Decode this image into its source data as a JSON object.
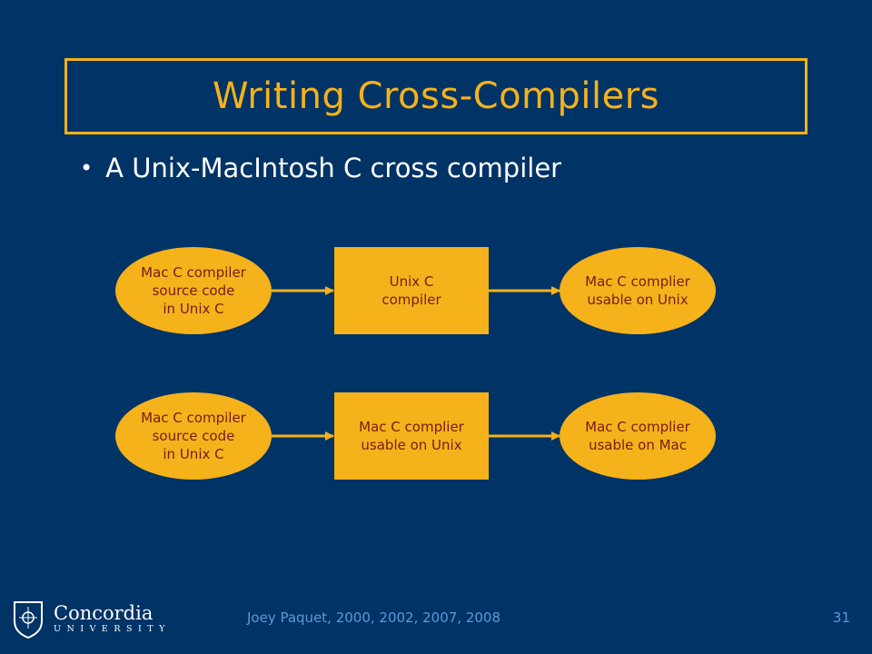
{
  "slide": {
    "title": "Writing Cross-Compilers",
    "bullet": "A Unix-MacIntosh C cross compiler",
    "footer": "Joey Paquet, 2000, 2002, 2007, 2008",
    "page_number": "31",
    "logo": {
      "name": "Concordia",
      "sub": "UNIVERSITY",
      "icon": "university-crest-icon"
    }
  },
  "colors": {
    "background": "#003366",
    "accent": "#f5b21b",
    "node_text": "#7a1a1a",
    "footer": "#5a9ad6"
  },
  "diagram": {
    "rows": [
      {
        "input": [
          "Mac C compiler",
          "source code",
          "in Unix C"
        ],
        "process": [
          "Unix C",
          "compiler"
        ],
        "output": [
          "Mac C complier",
          "usable on Unix"
        ]
      },
      {
        "input": [
          "Mac C compiler",
          "source code",
          "in Unix C"
        ],
        "process": [
          "Mac C complier",
          "usable on Unix"
        ],
        "output": [
          "Mac C complier",
          "usable on Mac"
        ]
      }
    ]
  }
}
